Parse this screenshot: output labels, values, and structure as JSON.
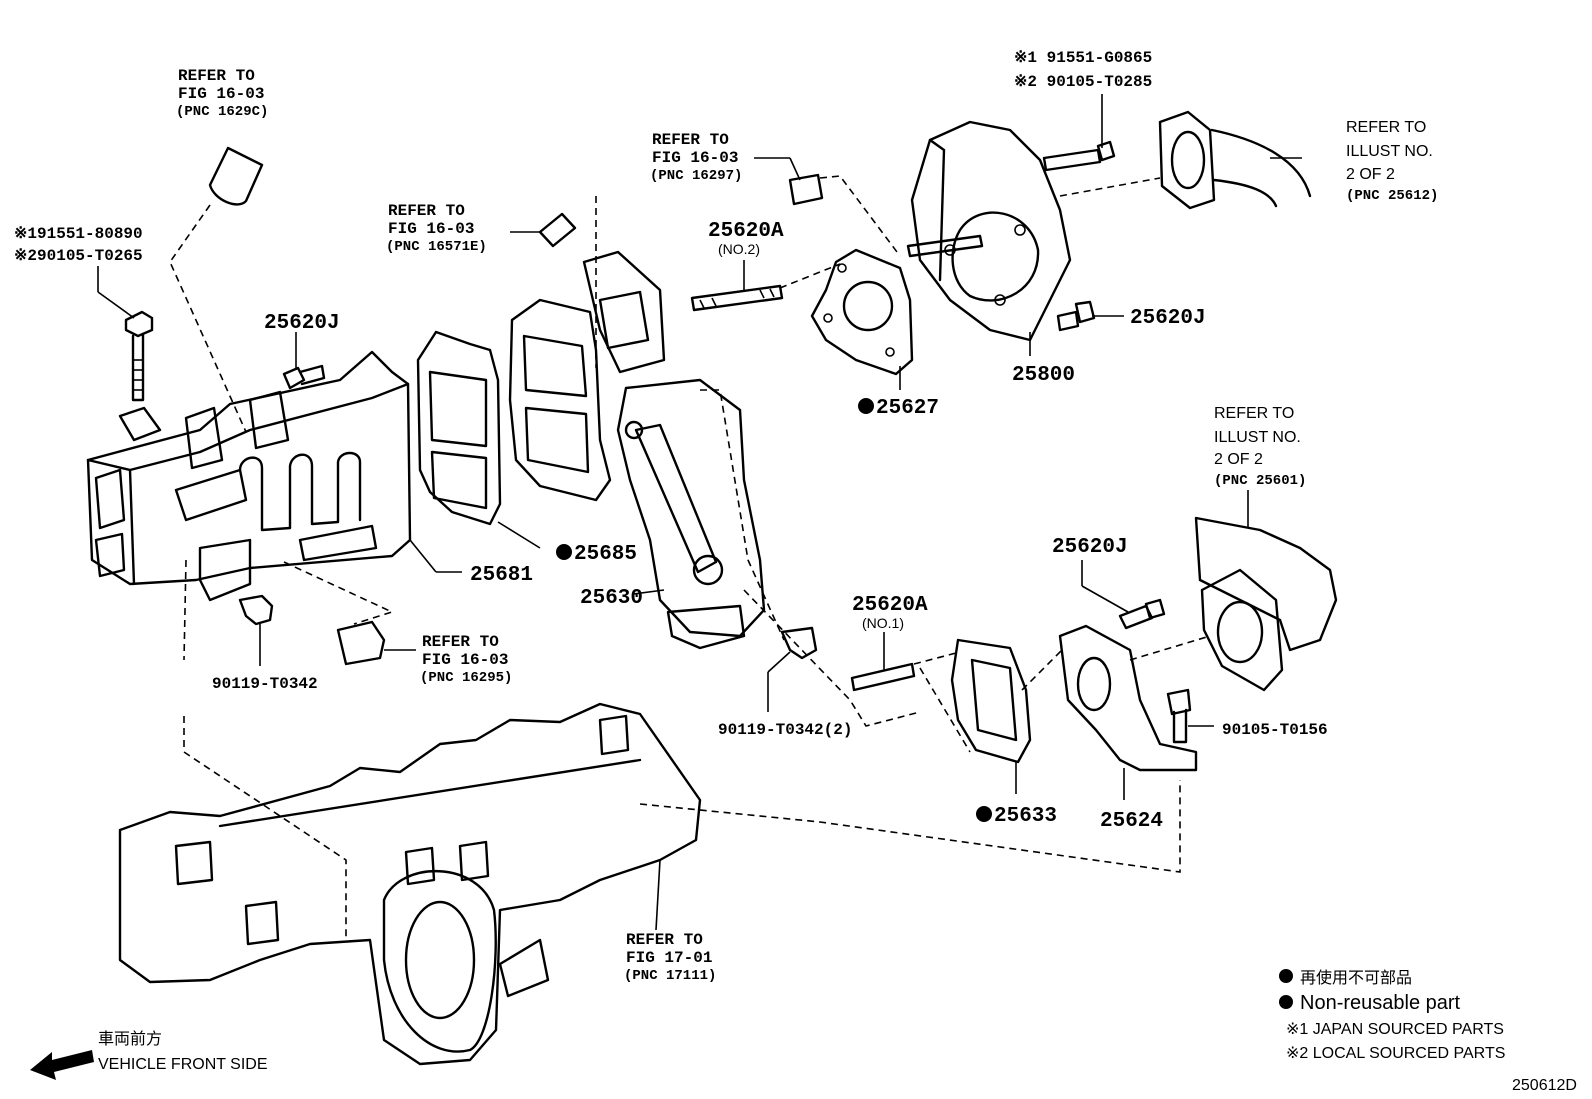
{
  "callouts": {
    "refer_fig16_03_1629c": [
      "REFER TO",
      "FIG 16-03",
      "(PNC 1629C)"
    ],
    "refer_fig16_03_16297": [
      "REFER TO",
      "FIG 16-03",
      "(PNC 16297)"
    ],
    "refer_fig16_03_16571e": [
      "REFER TO",
      "FIG 16-03",
      "(PNC 16571E)"
    ],
    "refer_fig16_03_16295": [
      "REFER TO",
      "FIG 16-03",
      "(PNC 16295)"
    ],
    "refer_fig17_01_17111": [
      "REFER TO",
      "FIG 17-01",
      "(PNC 17111)"
    ],
    "refer_illust_25612": [
      "REFER TO",
      "ILLUST NO.",
      "2 OF 2",
      "(PNC 25612)"
    ],
    "refer_illust_25601": [
      "REFER TO",
      "ILLUST NO.",
      "2 OF 2",
      "(PNC 25601)"
    ],
    "bolt_left_codes": [
      "※191551-80890",
      "※290105-T0265"
    ],
    "bolt_top_codes": [
      "※1 91551-G0865",
      "※2 90105-T0285"
    ]
  },
  "part_numbers": {
    "p25620j_left": "25620J",
    "p25620j_top": "25620J",
    "p25620j_right": "25620J",
    "p25620a_no2": "25620A",
    "p25620a_no2_sub": "(NO.2)",
    "p25620a_no1": "25620A",
    "p25620a_no1_sub": "(NO.1)",
    "p25627": "25627",
    "p25800": "25800",
    "p25685": "25685",
    "p25681": "25681",
    "p25630": "25630",
    "p90119_t0342": "90119-T0342",
    "p90119_t0342_2": "90119-T0342(2)",
    "p90105_t0156": "90105-T0156",
    "p25633": "25633",
    "p25624": "25624"
  },
  "legend": {
    "non_reusable_jp": "再使用不可部品",
    "non_reusable_en": "Non-reusable part",
    "japan_sourced": "※1 JAPAN SOURCED PARTS",
    "local_sourced": "※2 LOCAL SOURCED PARTS"
  },
  "direction": {
    "jp": "車両前方",
    "en": "VEHICLE FRONT SIDE"
  },
  "figure_code": "250612D"
}
